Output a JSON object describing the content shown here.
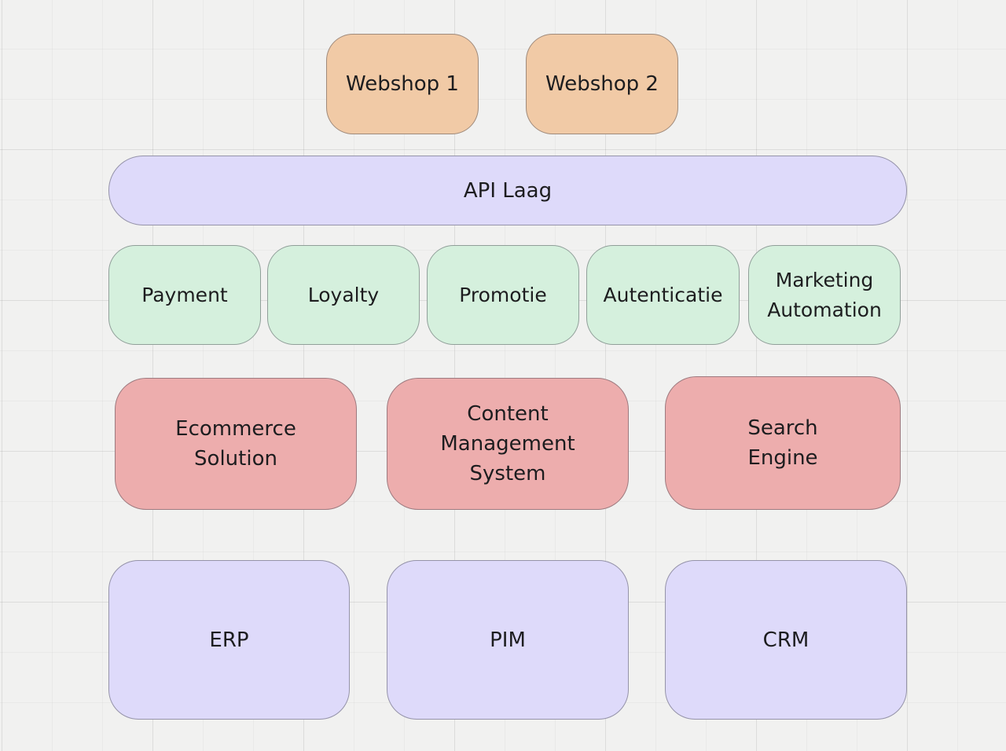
{
  "frontends": {
    "webshop1": "Webshop 1",
    "webshop2": "Webshop 2"
  },
  "api_layer": {
    "label": "API Laag"
  },
  "services": {
    "payment": "Payment",
    "loyalty": "Loyalty",
    "promotie": "Promotie",
    "autenticatie": "Autenticatie",
    "marketing": "Marketing\nAutomation"
  },
  "core_platforms": {
    "ecommerce": "Ecommerce\nSolution",
    "cms": "Content\nManagement\nSystem",
    "search": "Search\nEngine"
  },
  "backends": {
    "erp": "ERP",
    "pim": "PIM",
    "crm": "CRM"
  },
  "colors": {
    "canvas": "#f1f1f0",
    "frontend": "#f1caa6",
    "api_and_backend": "#dedafa",
    "service": "#d5f0dd",
    "core_platform": "#edadad"
  }
}
